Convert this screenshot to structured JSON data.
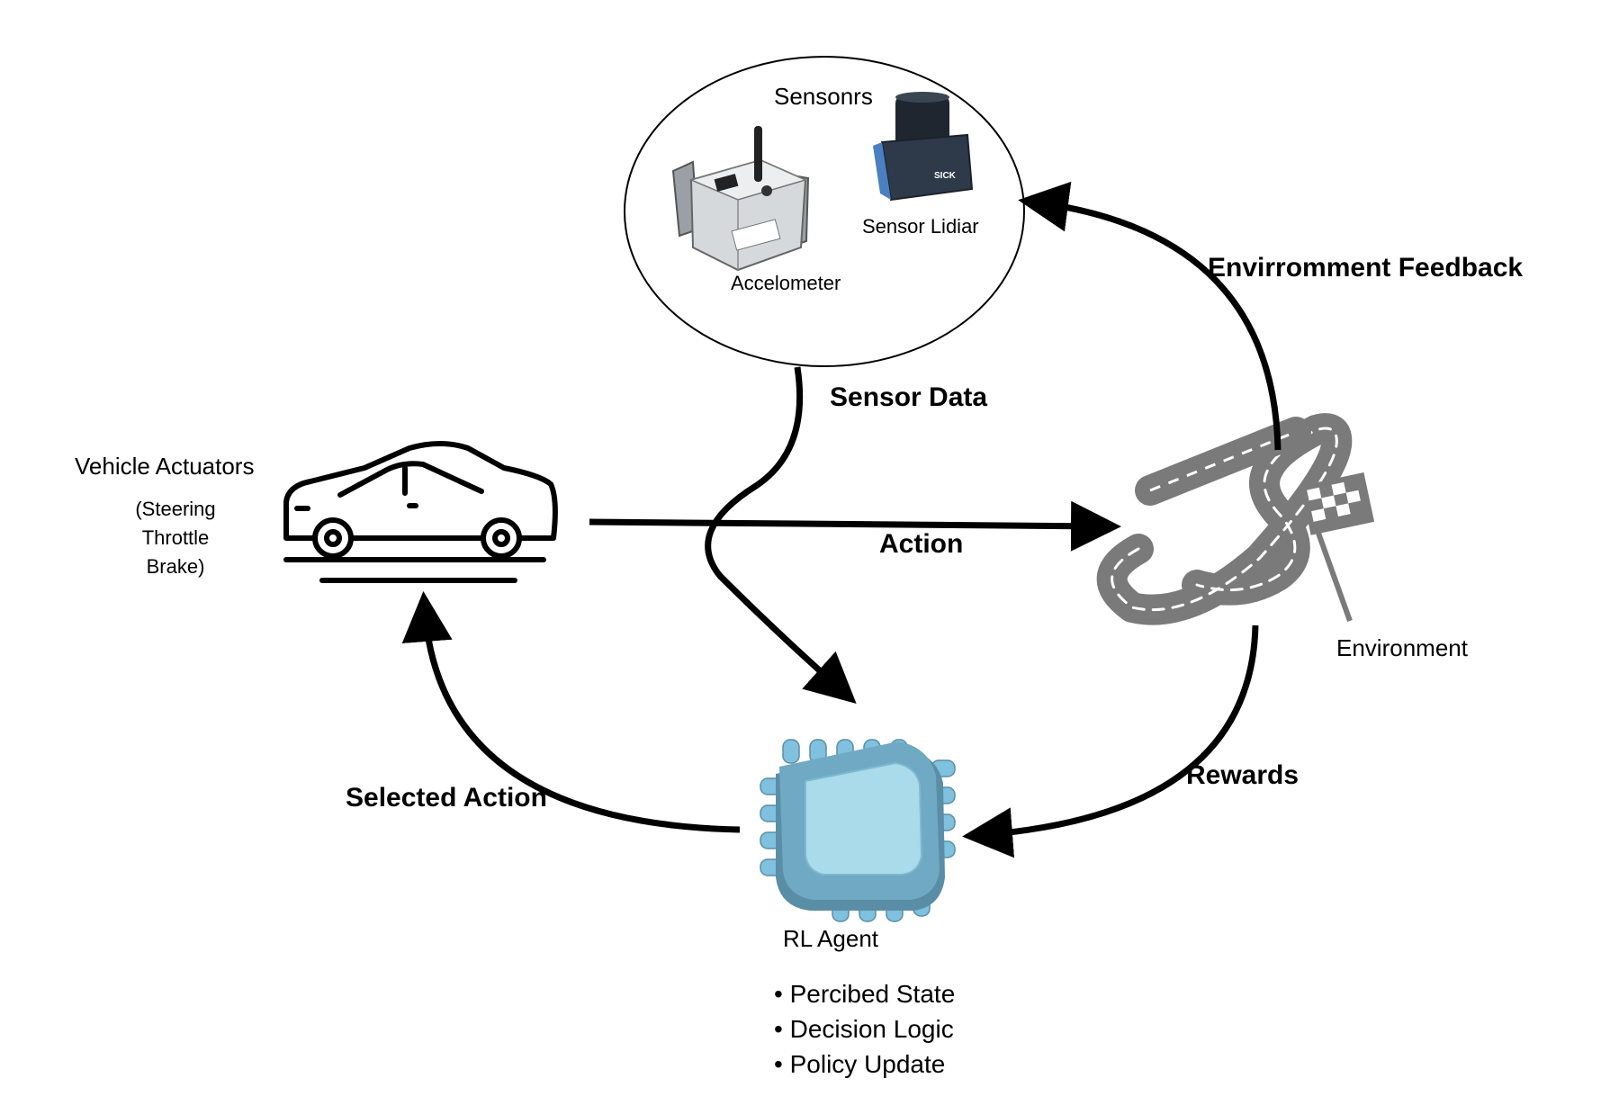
{
  "sensors": {
    "title": "Sensonrs",
    "lidar_label": "Sensor Lidiar",
    "accel_label": "Accelometer"
  },
  "vehicle": {
    "title": "Vehicle Actuators",
    "details": [
      "(Steering",
      "Throttle",
      "Brake)"
    ]
  },
  "environment": {
    "label": "Environment"
  },
  "agent": {
    "label": "RL Agent",
    "bullets": [
      "Percibed State",
      "Decision Logic",
      "Policy Update"
    ]
  },
  "flows": {
    "environment_feedback": "Envirromment Feedback",
    "sensor_data": "Sensor Data",
    "action": "Action",
    "rewards": "Rewards",
    "selected_action": "Selected Action"
  },
  "colors": {
    "arrow": "#000000",
    "track": "#7a7a7a",
    "chip_light": "#9fd3e6",
    "chip_dark": "#5a8ea6",
    "lidar_body": "#2e3a4a"
  }
}
